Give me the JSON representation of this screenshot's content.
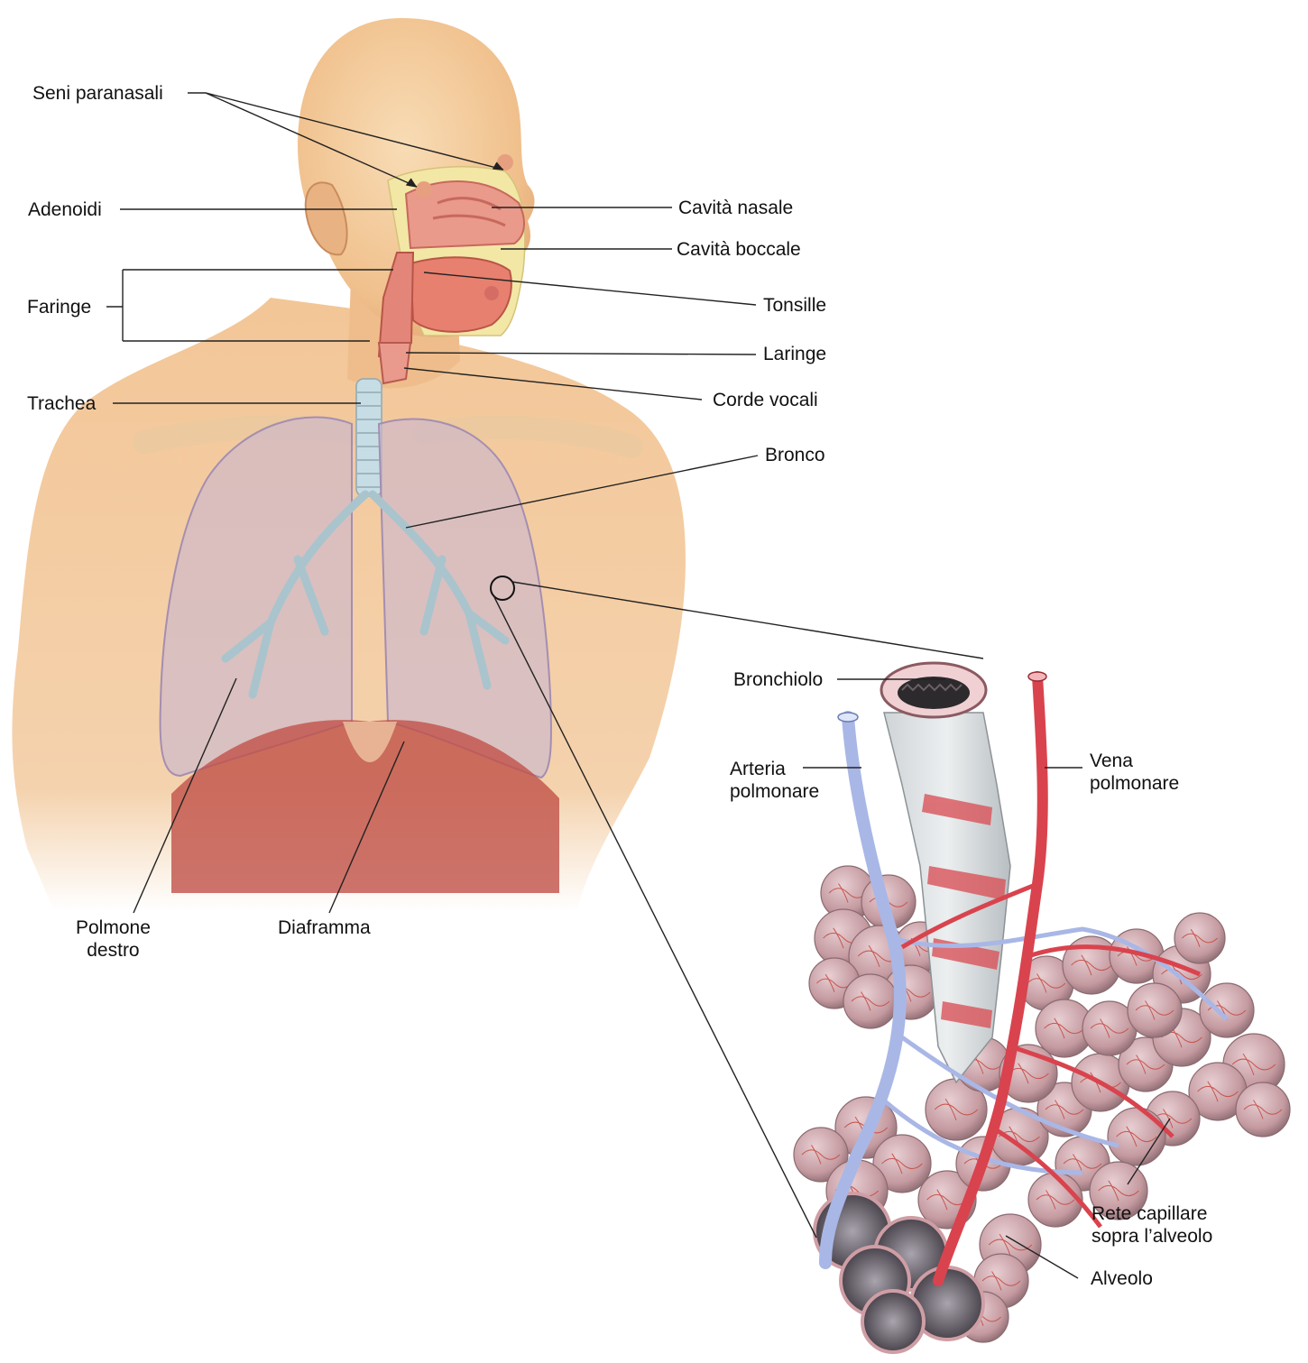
{
  "labels": {
    "seni_paranasali": "Seni paranasali",
    "adenoidi": "Adenoidi",
    "faringe": "Faringe",
    "trachea": "Trachea",
    "cavita_nasale": "Cavità nasale",
    "cavita_boccale": "Cavità boccale",
    "tonsille": "Tonsille",
    "laringe": "Laringe",
    "corde_vocali": "Corde vocali",
    "bronco": "Bronco",
    "polmone_destro": [
      "Polmone",
      "destro"
    ],
    "diaframma": "Diaframma",
    "bronchiolo": "Bronchiolo",
    "arteria_polmonare": [
      "Arteria",
      "polmonare"
    ],
    "vena_polmonare": [
      "Vena",
      "polmonare"
    ],
    "rete_capillare": [
      "Rete capillare",
      "sopra l’alveolo"
    ],
    "alveolo": "Alveolo"
  },
  "colors": {
    "skin": "#f3c99a",
    "skin_shadow": "#e2a877",
    "lung": "#c9b6cf",
    "airway": "#e8878a",
    "artery": "#a9b7e6",
    "vein": "#d9434d",
    "alveolus": "#c99a9c",
    "diaphragm": "#b8433f",
    "leader": "#222222"
  }
}
